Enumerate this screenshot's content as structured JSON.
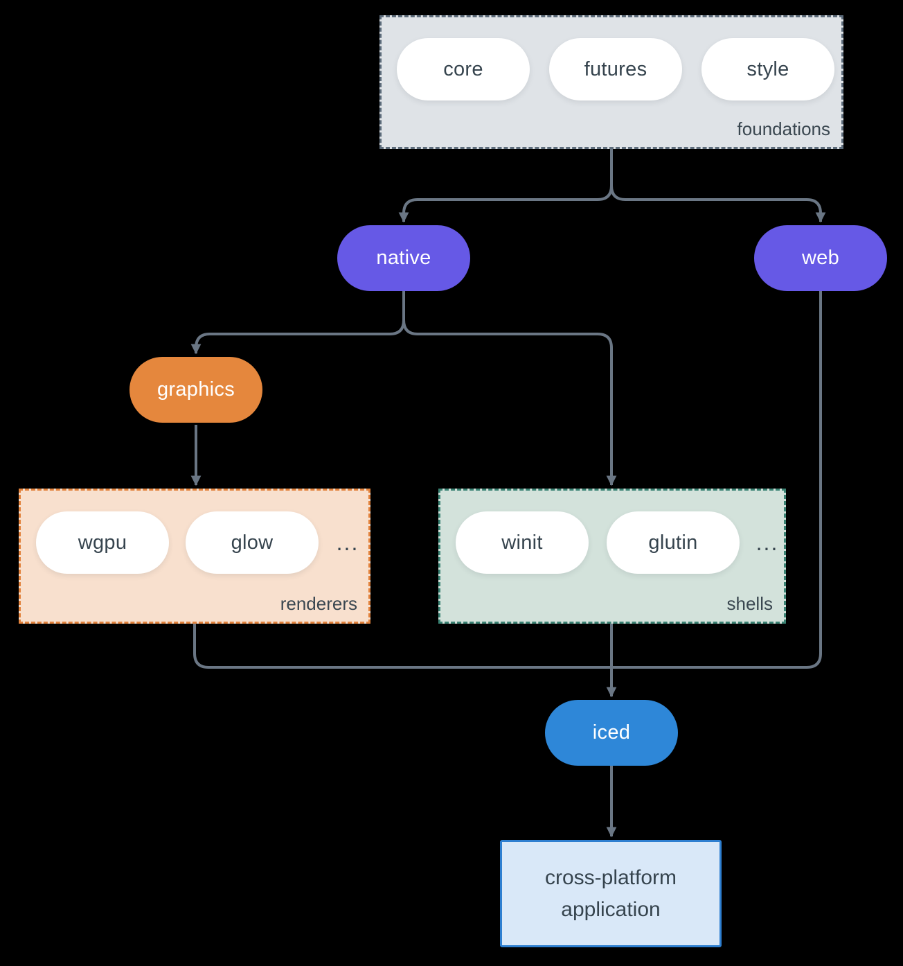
{
  "groups": {
    "foundations": {
      "label": "foundations",
      "items": [
        "core",
        "futures",
        "style"
      ],
      "fill": "#DFE3E7",
      "border": "#5C6B7A"
    },
    "renderers": {
      "label": "renderers",
      "items": [
        "wgpu",
        "glow"
      ],
      "ellipsis": "...",
      "fill": "#F8E0CE",
      "border": "#E2823C"
    },
    "shells": {
      "label": "shells",
      "items": [
        "winit",
        "glutin"
      ],
      "ellipsis": "...",
      "fill": "#D3E2DB",
      "border": "#3A8273"
    }
  },
  "nodes": {
    "native": {
      "label": "native",
      "fill": "#6659E6",
      "text_color": "#FFFFFF"
    },
    "web": {
      "label": "web",
      "fill": "#6659E6",
      "text_color": "#FFFFFF"
    },
    "graphics": {
      "label": "graphics",
      "fill": "#E5873D",
      "text_color": "#FFFFFF"
    },
    "iced": {
      "label": "iced",
      "fill": "#2E87D8",
      "text_color": "#FFFFFF"
    },
    "application": {
      "label": "cross-platform application",
      "line1": "cross-platform",
      "line2": "application",
      "fill": "#D9E8F8",
      "border": "#2E7FD0"
    }
  },
  "edges": {
    "color": "#6A7684",
    "connections": [
      "foundations -> native",
      "foundations -> web",
      "native -> graphics",
      "native -> shells",
      "graphics -> renderers",
      "renderers -> iced",
      "shells -> iced",
      "web -> iced",
      "iced -> application"
    ]
  },
  "background": "#000000",
  "pill_text_color": "#36444E"
}
